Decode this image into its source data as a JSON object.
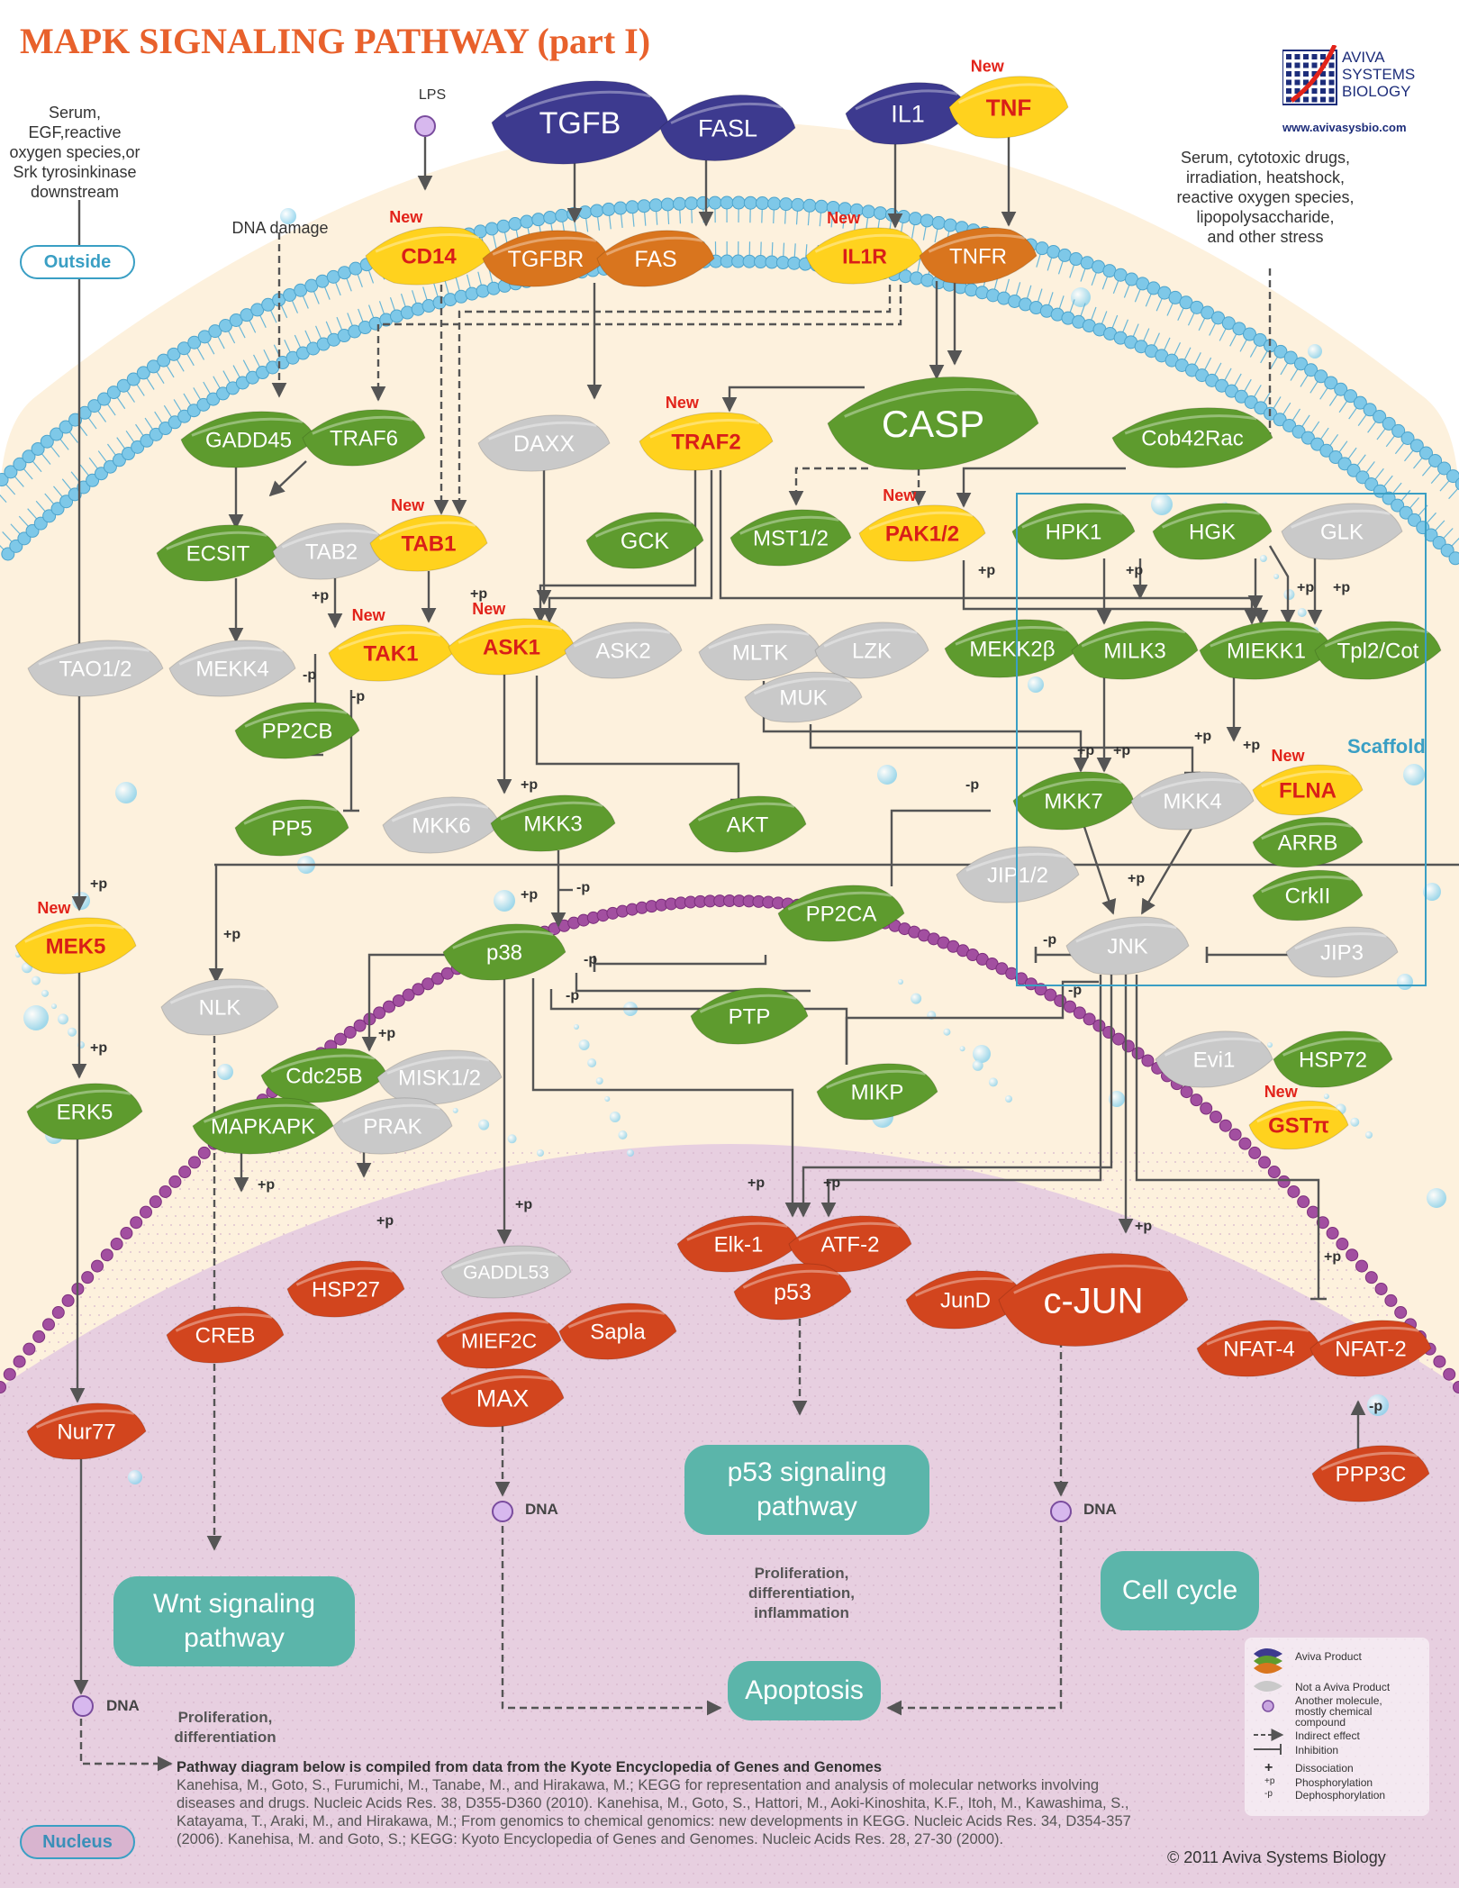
{
  "title": "MAPK SIGNALING PATHWAY (part I)",
  "brand": {
    "line1": "AVIVA",
    "line2": "SYSTEMS",
    "line3": "BIOLOGY",
    "url": "www.avivasysbio.com"
  },
  "colors": {
    "aviva_product": "#3d3a8f",
    "green": "#5e9b2e",
    "grey": "#c9c9c9",
    "yellow": "#ffd21e",
    "orange": "#d9751e",
    "red": "#d2451e",
    "cytoplasm": "#fdf1dd",
    "nucleus": "#e7cfe0",
    "scaffold": "#3a9fc4"
  },
  "inputs": {
    "serum_egf": "Serum, EGF,reactive\noxygen species,or\nSrk tyrosinkinase\ndownstream",
    "lps": "LPS",
    "dna_damage": "DNA damage",
    "stress": "Serum, cytotoxic drugs,\nirradiation, heatshock,\nreactive oxygen species,\nlipopolysaccharide,\nand other stress"
  },
  "compartments": {
    "outside": "Outside",
    "nucleus": "Nucleus",
    "scaffold": "Scaffold"
  },
  "new_label": "New",
  "nodes": {
    "TGFB": "TGFB",
    "FASL": "FASL",
    "IL1": "IL1",
    "TNF": "TNF",
    "CD14": "CD14",
    "TGFBR": "TGFBR",
    "FAS": "FAS",
    "IL1R": "IL1R",
    "TNFR": "TNFR",
    "GADD45": "GADD45",
    "TRAF6": "TRAF6",
    "DAXX": "DAXX",
    "TRAF2": "TRAF2",
    "CASP": "CASP",
    "Cob42Rac": "Cob42Rac",
    "ECSIT": "ECSIT",
    "TAB2": "TAB2",
    "TAB1": "TAB1",
    "GCK": "GCK",
    "MST12": "MST1/2",
    "PAK12": "PAK1/2",
    "HPK1": "HPK1",
    "HGK": "HGK",
    "GLK": "GLK",
    "TAO12": "TAO1/2",
    "MEKK4": "MEKK4",
    "TAK1": "TAK1",
    "ASK1": "ASK1",
    "ASK2": "ASK2",
    "MLTK": "MLTK",
    "LZK": "LZK",
    "MUK": "MUK",
    "MEKK2b": "MEKK2β",
    "MILK3": "MILK3",
    "MIEKK1": "MIEKK1",
    "Tpl2Cot": "Tpl2/Cot",
    "PP2CB": "PP2CB",
    "PP5": "PP5",
    "MKK6": "MKK6",
    "MKK3": "MKK3",
    "AKT": "AKT",
    "MKK7": "MKK7",
    "MKK4": "MKK4",
    "FLNA": "FLNA",
    "ARRB": "ARRB",
    "CrkII": "CrkII",
    "JIP3": "JIP3",
    "JIP12": "JIP1/2",
    "PP2CA": "PP2CA",
    "JNK": "JNK",
    "MEK5": "MEK5",
    "NLK": "NLK",
    "p38": "p38",
    "PTP": "PTP",
    "MIKP": "MIKP",
    "Evi1": "Evi1",
    "HSP72": "HSP72",
    "GSTpi": "GSTπ",
    "ERK5": "ERK5",
    "Cdc25B": "Cdc25B",
    "MISK12": "MISK1/2",
    "MAPKAPK": "MAPKAPK",
    "PRAK": "PRAK",
    "HSP27": "HSP27",
    "GADDL53": "GADDL53",
    "CREB": "CREB",
    "MIEF2C": "MIEF2C",
    "Sapla": "Sapla",
    "MAX": "MAX",
    "Elk1": "Elk-1",
    "ATF2": "ATF-2",
    "p53": "p53",
    "JunD": "JunD",
    "cJUN": "c-JUN",
    "NFAT4": "NFAT-4",
    "NFAT2": "NFAT-2",
    "Nur77": "Nur77",
    "PPP3C": "PPP3C"
  },
  "outcome_boxes": {
    "p53_pathway": "p53 signaling\npathway",
    "wnt_pathway": "Wnt signaling\npathway",
    "cell_cycle": "Cell cycle",
    "apoptosis": "Apoptosis"
  },
  "outcome_notes": {
    "prolif_diff_infl": "Proliferation,\ndifferentiation,\ninflammation",
    "prolif_diff": "Proliferation,\ndifferentiation"
  },
  "dna_label": "DNA",
  "signs": {
    "phos": "+p",
    "dephos": "-p"
  },
  "legend": {
    "aviva_product": "Aviva Product",
    "not_aviva": "Not a Aviva Product",
    "another_molecule": "Another molecule,\nmostly chemical\ncompound",
    "indirect": "Indirect effect",
    "inhibition": "Inhibition",
    "dissociation": "Dissociation",
    "phosphorylation": "Phosphorylation",
    "dephosphorylation": "Dephosphorylation",
    "sym_plus": "+",
    "sym_p": "+p",
    "sym_m": "-p"
  },
  "references": {
    "heading": "Pathway diagram below is compiled from data from the Kyote Encyclopedia of Genes and Genomes",
    "body": "Kanehisa, M., Goto, S., Furumichi, M., Tanabe, M., and Hirakawa, M.; KEGG for representation and analysis of molecular networks involving diseases and drugs. Nucleic Acids Res. 38, D355-D360 (2010). Kanehisa, M., Goto, S., Hattori, M., Aoki-Kinoshita, K.F., Itoh, M., Kawashima, S., Katayama, T., Araki, M., and Hirakawa, M.; From genomics to chemical genomics: new developments in KEGG. Nucleic Acids Res. 34, D354-357 (2006).  Kanehisa, M. and Goto, S.; KEGG: Kyoto Encyclopedia of Genes and Genomes. Nucleic Acids Res. 28, 27-30 (2000)."
  },
  "copyright": "© 2011 Aviva Systems Biology"
}
